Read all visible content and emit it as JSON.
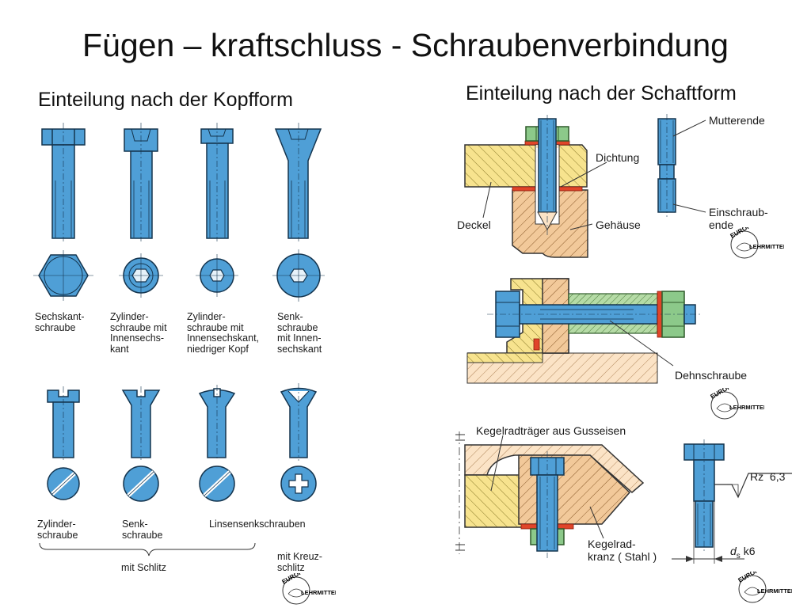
{
  "title": "Fügen – kraftschluss - Schraubenverbindung",
  "sections": {
    "kopfform": {
      "title": "Einteilung nach der Kopfform",
      "row1": [
        {
          "lines": [
            "Sechskant-",
            "schraube"
          ]
        },
        {
          "lines": [
            "Zylinder-",
            "schraube mit",
            "Innensechs-",
            "kant"
          ]
        },
        {
          "lines": [
            "Zylinder-",
            "schraube mit",
            "Innensechskant,",
            "niedriger Kopf"
          ]
        },
        {
          "lines": [
            "Senk-",
            "schraube",
            "mit Innen-",
            "sechskant"
          ]
        }
      ],
      "row2": [
        {
          "lines": [
            "Zylinder-",
            "schraube"
          ]
        },
        {
          "lines": [
            "Senk-",
            "schraube"
          ]
        },
        {
          "lines": [
            "Linsensenkschrauben"
          ]
        },
        {
          "lines": [
            "mit Kreuz-",
            "schlitz"
          ]
        }
      ],
      "group_label": "mit Schlitz"
    },
    "schaftform": {
      "title": "Einteilung nach der Schaftform",
      "labels": {
        "dichtung": "Dichtung",
        "deckel": "Deckel",
        "gehaeuse": "Gehäuse",
        "mutterende": "Mutterende",
        "einschraubende": [
          "Einschraub-",
          "ende"
        ],
        "dehnschraube": "Dehnschraube",
        "kegelradtraeger": "Kegelradträger aus Gusseisen",
        "kegelradkranz": [
          "Kegelrad-",
          "kranz ( Stahl )"
        ],
        "rz_symbol": "Rz",
        "rz_value": "6,3",
        "ds_symbol": "d",
        "ds_subscript": "s",
        "ds_fit": "k6"
      }
    }
  },
  "logo_text": {
    "top": "EUROPA",
    "bottom": "LEHRMITTEL"
  },
  "colors": {
    "screw_blue": "#4f9fd6",
    "screw_outline": "#15354f",
    "housing_tan": "#f2c99a",
    "cover_yellow": "#f7e38e",
    "seal_red": "#e0452a",
    "nut_green": "#8cc98a",
    "sleeve_green": "#b5dba6",
    "light_tan": "#fbe3c6"
  }
}
